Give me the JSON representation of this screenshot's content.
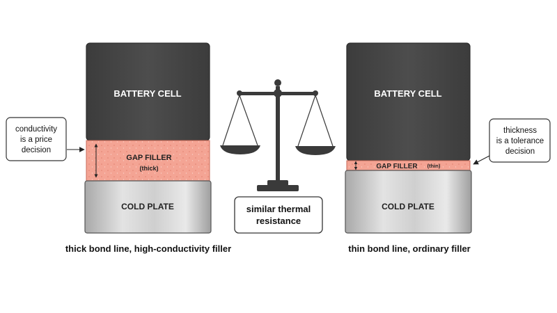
{
  "left": {
    "cell_label": "BATTERY CELL",
    "filler_label": "GAP FILLER",
    "filler_sub": "(thick)",
    "plate_label": "COLD PLATE",
    "caption": "thick bond line, high-conductivity filler",
    "callout": [
      "conductivity",
      "is a price",
      "decision"
    ]
  },
  "right": {
    "cell_label": "BATTERY CELL",
    "filler_label": "GAP FILLER",
    "filler_sub": "(thin)",
    "plate_label": "COLD PLATE",
    "caption": "thin bond line, ordinary filler",
    "callout": [
      "thickness",
      "is a tolerance",
      "decision"
    ]
  },
  "center": {
    "icon": "balance-scale-icon",
    "box_lines": [
      "similar thermal",
      "resistance"
    ]
  },
  "colors": {
    "cell": "#4a4a4a",
    "filler": "#f4a494",
    "plate": "#c8c8c8",
    "outline": "#333333",
    "scale": "#3a3a3a"
  }
}
